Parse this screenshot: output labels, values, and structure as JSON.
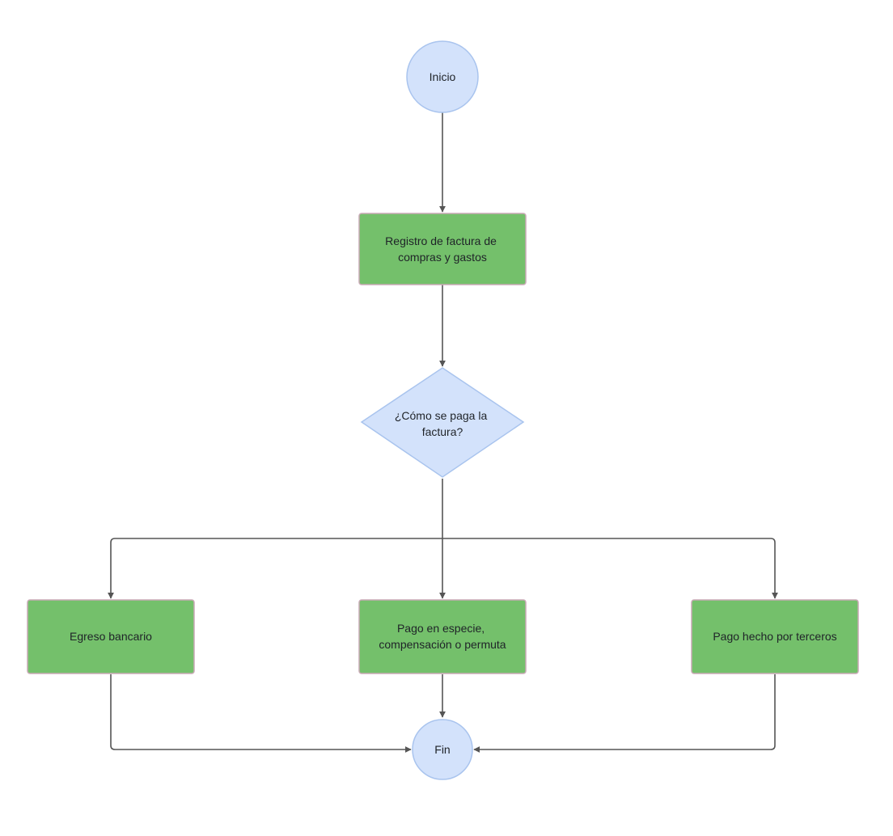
{
  "diagram": {
    "start": {
      "label": "Inicio"
    },
    "register": {
      "lines": [
        "Registro de factura de",
        "compras y gastos"
      ]
    },
    "decision": {
      "lines": [
        "¿Cómo se paga la",
        "factura?"
      ]
    },
    "bank": {
      "label": "Egreso bancario"
    },
    "kind": {
      "lines": [
        "Pago en especie,",
        "compensación o permuta"
      ]
    },
    "third": {
      "label": "Pago hecho por terceros"
    },
    "end": {
      "label": "Fin"
    }
  },
  "colors": {
    "terminal_fill": "#d3e2fb",
    "terminal_stroke": "#a9c4ee",
    "process_fill": "#74c06b",
    "process_stroke": "#c9a9b6",
    "connector": "#555555"
  }
}
